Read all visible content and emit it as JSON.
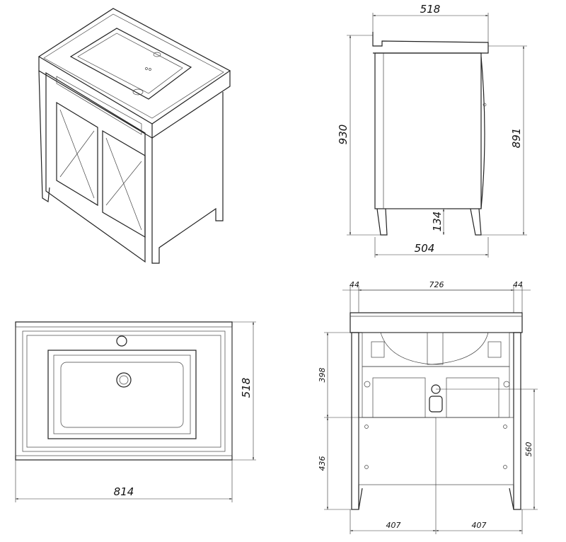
{
  "side_view": {
    "width_top": "518",
    "height_total": "930",
    "height_body": "891",
    "leg_height": "134",
    "width_bottom": "504"
  },
  "top_view": {
    "depth": "518",
    "width": "814"
  },
  "front_view": {
    "left_side": "44",
    "inner_width": "726",
    "right_side": "44",
    "upper_height": "398",
    "lower_height": "436",
    "drain_height": "560",
    "left_half": "407",
    "right_half": "407"
  }
}
